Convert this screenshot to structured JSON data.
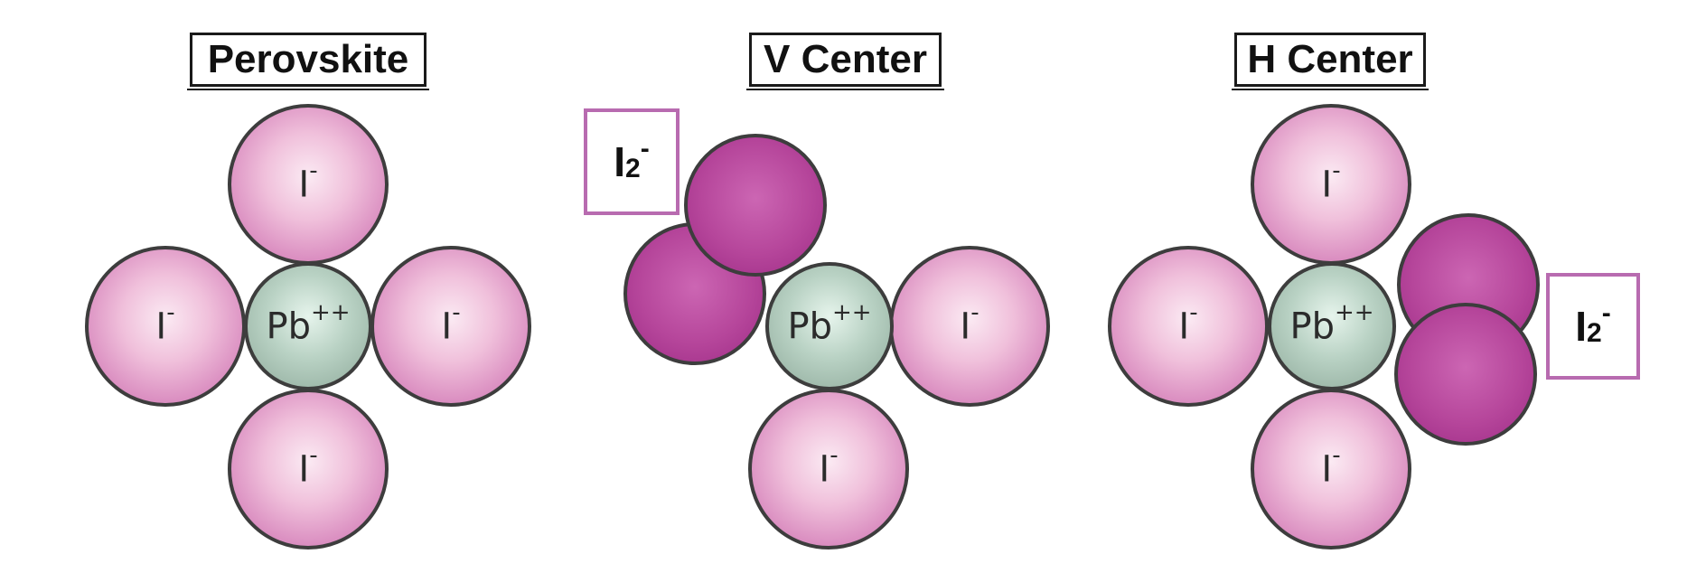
{
  "panels": {
    "perovskite": {
      "title": "Perovskite",
      "atoms": {
        "top": {
          "element": "I",
          "charge": "-"
        },
        "left": {
          "element": "I",
          "charge": "-"
        },
        "center": {
          "element": "Pb",
          "charge": "++"
        },
        "right": {
          "element": "I",
          "charge": "-"
        },
        "bottom": {
          "element": "I",
          "charge": "-"
        }
      }
    },
    "v_center": {
      "title": "V Center",
      "dimer_label": {
        "element": "I",
        "subscript": "2",
        "charge": "-"
      },
      "atoms": {
        "center": {
          "element": "Pb",
          "charge": "++"
        },
        "right": {
          "element": "I",
          "charge": "-"
        },
        "bottom": {
          "element": "I",
          "charge": "-"
        }
      }
    },
    "h_center": {
      "title": "H Center",
      "dimer_label": {
        "element": "I",
        "subscript": "2",
        "charge": "-"
      },
      "atoms": {
        "top": {
          "element": "I",
          "charge": "-"
        },
        "left": {
          "element": "I",
          "charge": "-"
        },
        "center": {
          "element": "Pb",
          "charge": "++"
        },
        "bottom": {
          "element": "I",
          "charge": "-"
        }
      }
    }
  },
  "colors": {
    "iodide": "#e2a6cc",
    "iodine_dimer": "#b6469b",
    "lead": "#aec8b9",
    "dimer_box": "#b86bb0",
    "outline": "#3d3d3d"
  }
}
